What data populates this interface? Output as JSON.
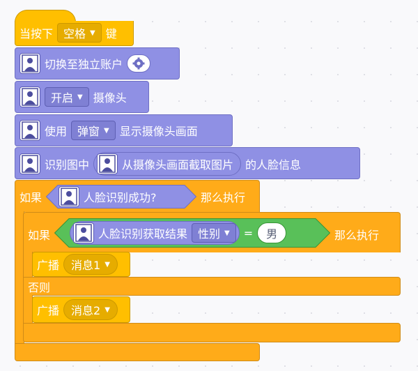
{
  "hat": {
    "prefix": "当按下",
    "key": "空格",
    "suffix": "键"
  },
  "b1": {
    "label": "切换至独立账户"
  },
  "b2": {
    "option": "开启",
    "label": "摄像头"
  },
  "b3": {
    "prefix": "使用",
    "option": "弹窗",
    "label": "显示摄像头画面"
  },
  "b4": {
    "prefix": "识别图中",
    "inner": "从摄像头画面截取图片",
    "suffix": "的人脸信息"
  },
  "if1": {
    "if": "如果",
    "cond": "人脸识别成功?",
    "then": "那么执行"
  },
  "if2": {
    "if": "如果",
    "cond": "人脸识别获取结果",
    "attr": "性别",
    "eq": "=",
    "value": "男",
    "then": "那么执行"
  },
  "br1": {
    "label": "广播",
    "msg": "消息1"
  },
  "else": {
    "label": "否则"
  },
  "br2": {
    "label": "广播",
    "msg": "消息2"
  },
  "colors": {
    "event": "#ffbf00",
    "extension": "#8f90e4",
    "control": "#ffab19",
    "operator": "#59c059"
  }
}
